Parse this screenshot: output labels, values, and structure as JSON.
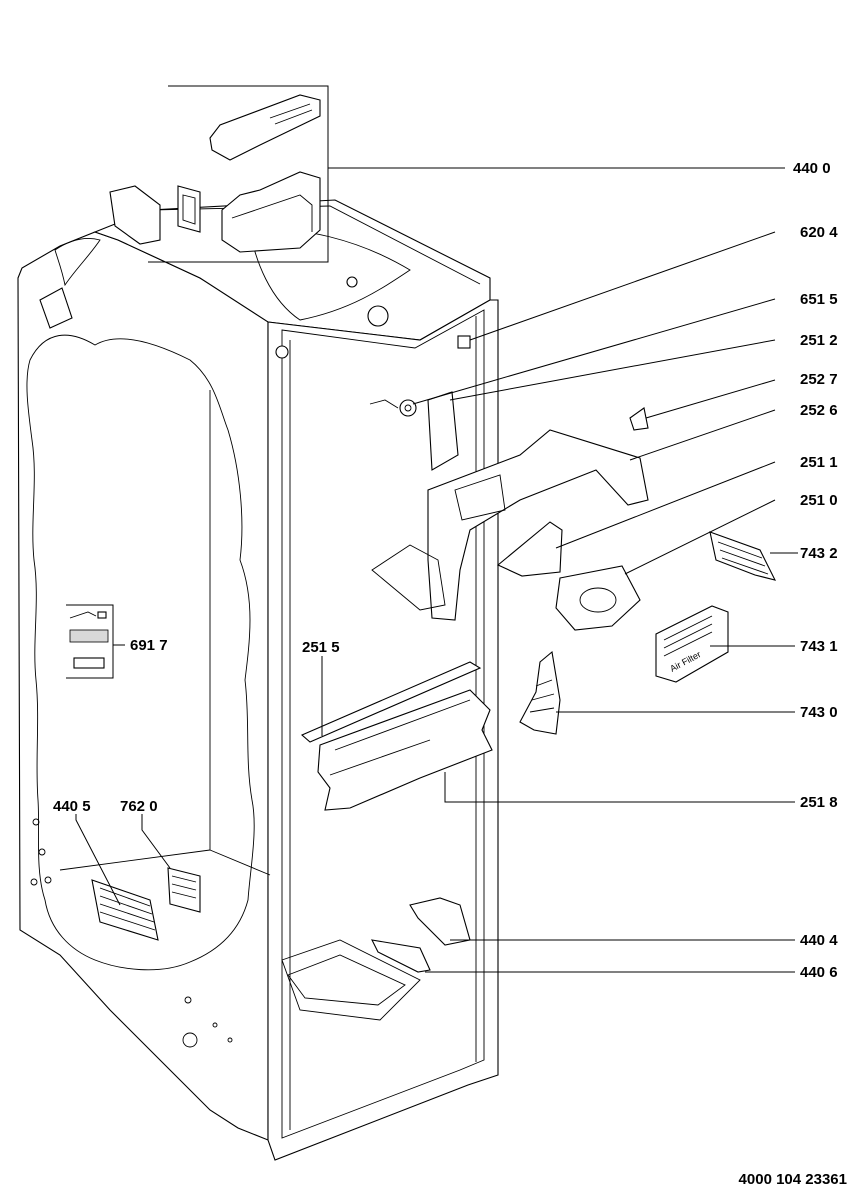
{
  "diagram": {
    "callouts": [
      {
        "id": "440-0",
        "label": "440 0"
      },
      {
        "id": "620-4",
        "label": "620 4"
      },
      {
        "id": "651-5",
        "label": "651 5"
      },
      {
        "id": "251-2",
        "label": "251 2"
      },
      {
        "id": "252-7",
        "label": "252 7"
      },
      {
        "id": "252-6",
        "label": "252 6"
      },
      {
        "id": "251-1",
        "label": "251 1"
      },
      {
        "id": "251-0",
        "label": "251 0"
      },
      {
        "id": "743-2",
        "label": "743 2"
      },
      {
        "id": "691-7",
        "label": "691 7"
      },
      {
        "id": "743-1",
        "label": "743 1"
      },
      {
        "id": "251-5",
        "label": "251 5"
      },
      {
        "id": "743-0",
        "label": "743 0"
      },
      {
        "id": "440-5",
        "label": "440 5"
      },
      {
        "id": "762-0",
        "label": "762 0"
      },
      {
        "id": "251-8",
        "label": "251 8"
      },
      {
        "id": "440-4",
        "label": "440 4"
      },
      {
        "id": "440-6",
        "label": "440 6"
      }
    ],
    "air_filter_text": "Air Filter",
    "document_number": "4000 104 23361"
  }
}
